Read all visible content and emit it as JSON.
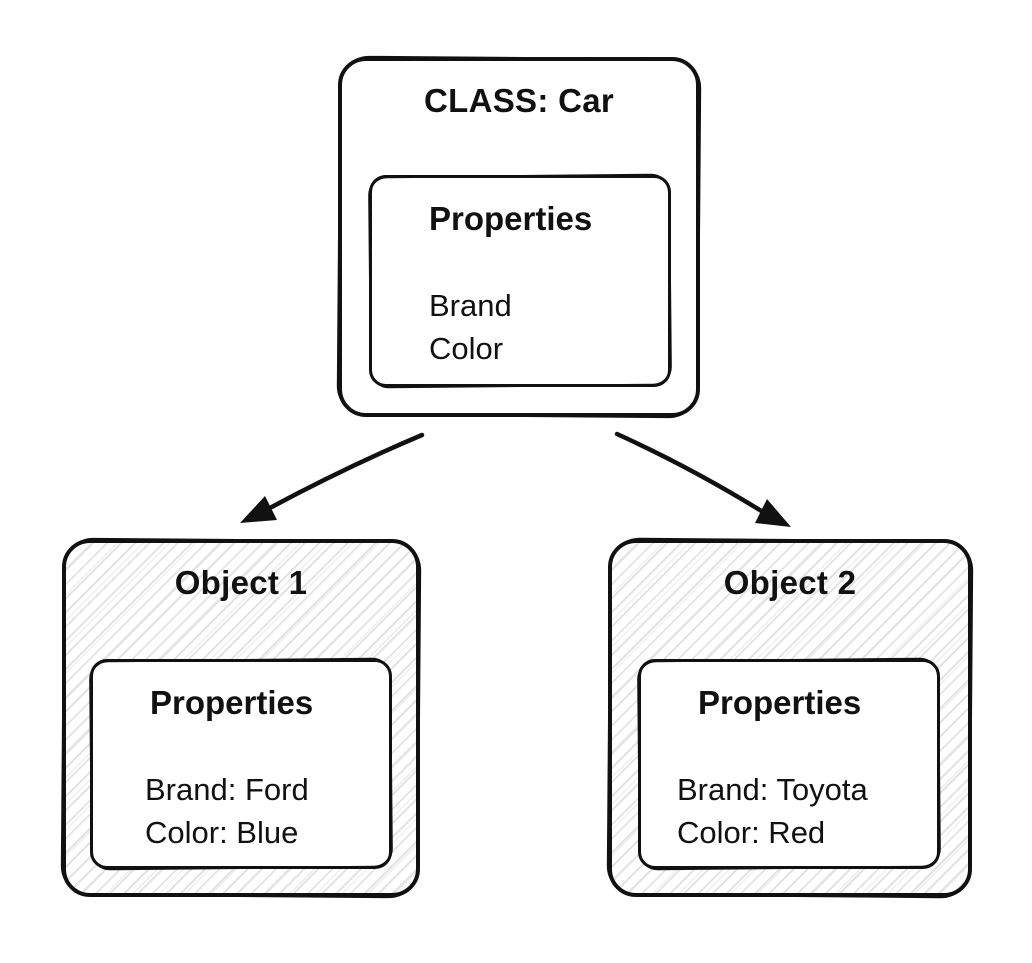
{
  "diagram": {
    "background": "#ffffff",
    "stroke_color": "#111111",
    "hatch_color": "#e3e3e3",
    "class_box": {
      "title": "CLASS: Car",
      "properties_title": "Properties",
      "properties": [
        "Brand",
        "Color"
      ]
    },
    "objects": [
      {
        "title": "Object 1",
        "properties_title": "Properties",
        "properties": [
          "Brand: Ford",
          "Color: Blue"
        ]
      },
      {
        "title": "Object 2",
        "properties_title": "Properties",
        "properties": [
          "Brand: Toyota",
          "Color: Red"
        ]
      }
    ],
    "arrows": [
      {
        "from": "CLASS: Car",
        "to": "Object 1",
        "direction": "down-left"
      },
      {
        "from": "CLASS: Car",
        "to": "Object 2",
        "direction": "down-right"
      }
    ]
  }
}
